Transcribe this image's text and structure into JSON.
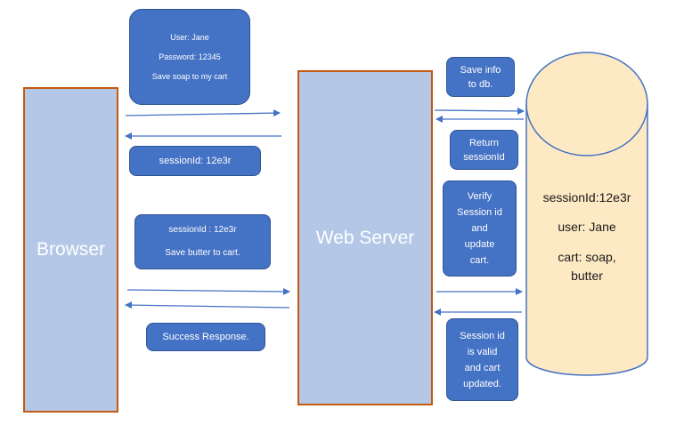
{
  "browser": {
    "label": "Browser"
  },
  "server": {
    "label": "Web Server"
  },
  "database": {
    "session_line": "sessionId:12e3r",
    "user_line": "user: Jane",
    "cart_line1": "cart: soap,",
    "cart_line2": "butter"
  },
  "notes": {
    "login": {
      "line1": "User: Jane",
      "line2": "Password: 12345",
      "line3": "Save soap to my cart"
    },
    "session_response": "sessionId: 12e3r",
    "second_request": {
      "line1": "sessionId : 12e3r",
      "line2": "Save butter to cart."
    },
    "success": "Success Response.",
    "save_db": {
      "line1": "Save info",
      "line2": "to db."
    },
    "return_session": {
      "line1": "Return",
      "line2": "sessionId"
    },
    "verify": {
      "line1": "Verify",
      "line2": "Session id",
      "line3": "and",
      "line4": "update",
      "line5": "cart."
    },
    "valid": {
      "line1": "Session id",
      "line2": "is valid",
      "line3": "and cart",
      "line4": "updated."
    }
  },
  "colors": {
    "box_fill": "#b4c7e7",
    "box_border": "#c55a11",
    "note_fill": "#4472c4",
    "arrow": "#4472c4",
    "db_fill": "#fde9c3",
    "db_border": "#4472c4"
  }
}
